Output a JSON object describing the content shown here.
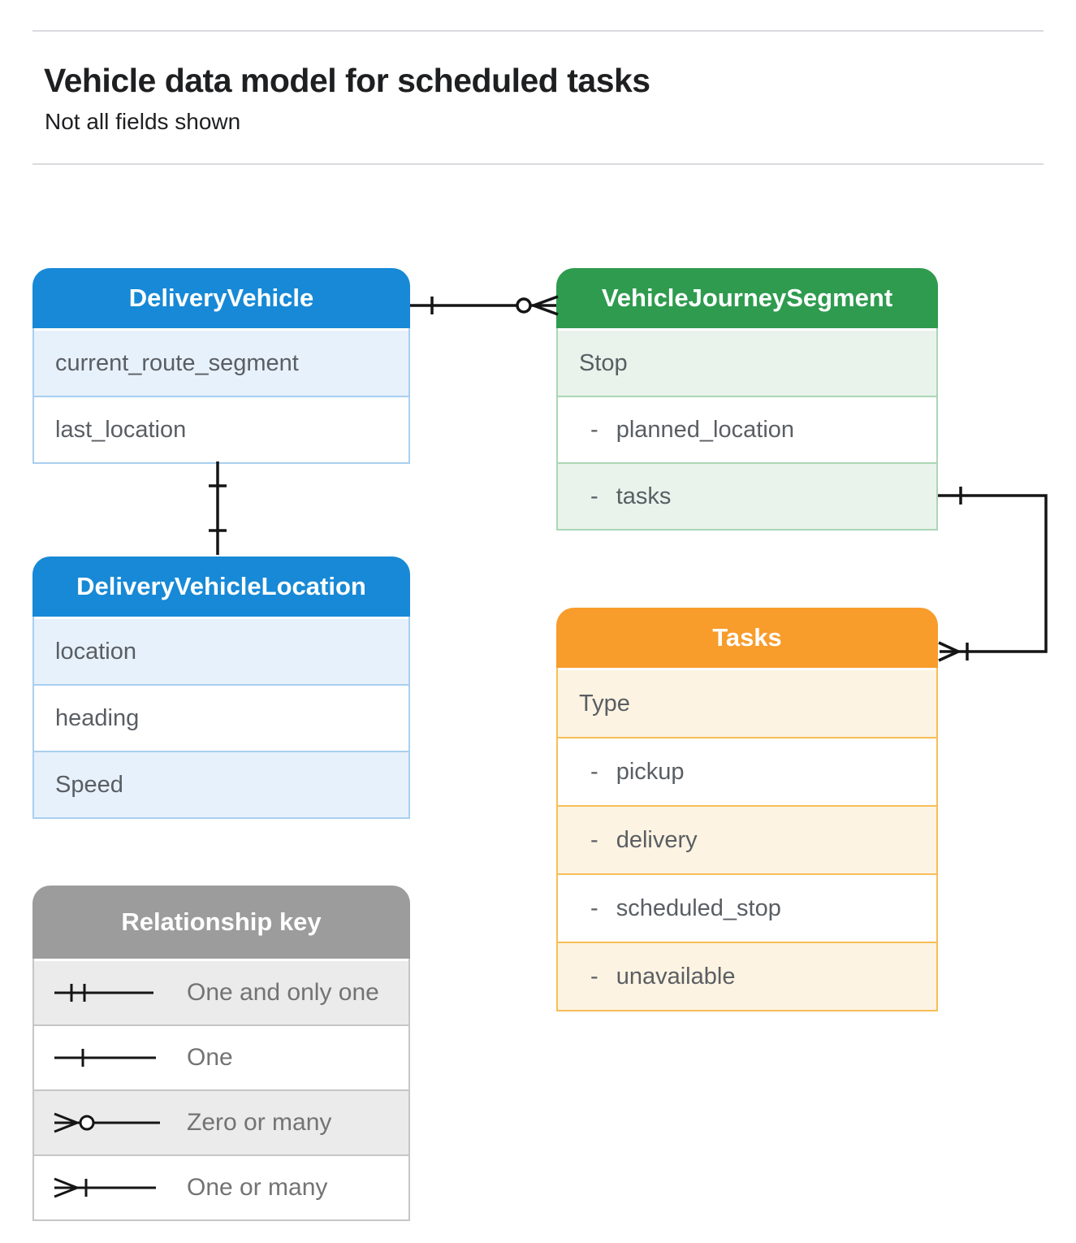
{
  "page": {
    "title": "Vehicle data model for scheduled tasks",
    "subtitle": "Not all fields shown"
  },
  "entities": [
    {
      "id": "delivery-vehicle",
      "title": "DeliveryVehicle",
      "rows": [
        {
          "label": "current_route_segment"
        },
        {
          "label": "last_location"
        }
      ]
    },
    {
      "id": "vehicle-journey-segment",
      "title": "VehicleJourneySegment",
      "rows": [
        {
          "label": "Stop"
        },
        {
          "label": "- planned_location"
        },
        {
          "label": "- tasks"
        }
      ]
    },
    {
      "id": "delivery-vehicle-location",
      "title": "DeliveryVehicleLocation",
      "rows": [
        {
          "label": "location"
        },
        {
          "label": "heading"
        },
        {
          "label": "Speed"
        }
      ]
    },
    {
      "id": "tasks",
      "title": "Tasks",
      "rows": [
        {
          "label": "Type"
        },
        {
          "label": "- pickup"
        },
        {
          "label": "- delivery"
        },
        {
          "label": "- scheduled_stop"
        },
        {
          "label": "- unavailable"
        }
      ]
    }
  ],
  "legend": {
    "title": "Relationship key",
    "items": [
      {
        "symbol": "one-and-only-one",
        "label": "One and only one"
      },
      {
        "symbol": "one",
        "label": "One"
      },
      {
        "symbol": "zero-or-many",
        "label": "Zero or many"
      },
      {
        "symbol": "one-or-many",
        "label": "One or many"
      }
    ]
  },
  "relationships": [
    {
      "from": "DeliveryVehicle",
      "from_cardinality": "one",
      "to": "VehicleJourneySegment",
      "to_cardinality": "zero-or-many"
    },
    {
      "from": "DeliveryVehicle",
      "from_cardinality": "one",
      "to": "DeliveryVehicleLocation",
      "to_cardinality": "one"
    },
    {
      "from": "VehicleJourneySegment.tasks",
      "from_cardinality": "one",
      "to": "Tasks",
      "to_cardinality": "one-or-many"
    }
  ],
  "colors": {
    "blue_header": "#1789d6",
    "blue_tint": "#e7f1fb",
    "green_header": "#2e9b4f",
    "green_tint": "#e9f3ec",
    "orange_header": "#f89c2b",
    "orange_tint": "#fdf3e2",
    "gray_header": "#9c9c9c",
    "gray_tint": "#ebebeb",
    "connector": "#151515",
    "divider": "#d9dbde",
    "field_text": "#5a5e63"
  }
}
